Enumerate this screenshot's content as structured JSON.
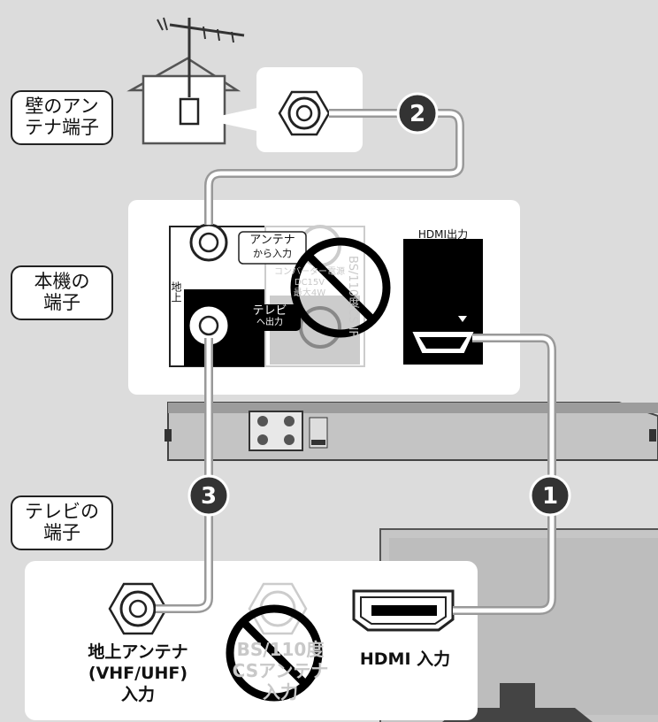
{
  "labels": {
    "wall_antenna_line1": "壁のアン",
    "wall_antenna_line2": "テナ端子",
    "unit_line1": "本機の",
    "unit_line2": "端子",
    "tv_line1": "テレビの",
    "tv_line2": "端子"
  },
  "unit_panel": {
    "antenna_in_line1": "アンテナ",
    "antenna_in_line2": "から入力",
    "tv_out_line1": "テレビ",
    "tv_out_line2": "へ出力",
    "terrestrial_vertical": "地上",
    "hdmi_out": "HDMI出力",
    "ghost_bs": "BS/110度CS IF",
    "ghost_power_1": "コンバーター電源",
    "ghost_power_2": "DC15V",
    "ghost_power_3": "最大4W"
  },
  "tv_panel": {
    "terrestrial_line1": "地上アンテナ",
    "terrestrial_line2": "(VHF/UHF)",
    "terrestrial_line3": "入力",
    "hdmi_in": "HDMI 入力",
    "ghost_bs_line1": "BS/110度",
    "ghost_bs_line2": "CSアンテナ",
    "ghost_bs_line3": "入力"
  },
  "steps": [
    "1",
    "2",
    "3"
  ]
}
